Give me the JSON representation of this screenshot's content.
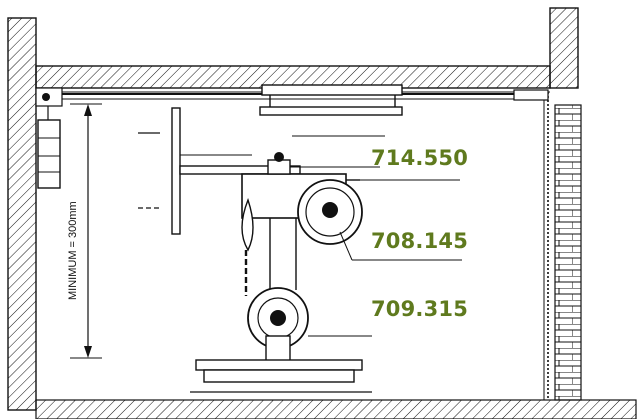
{
  "dimension": {
    "text": "MINIMUM = 300mm"
  },
  "part_numbers": [
    {
      "id": "top",
      "label": "714.550"
    },
    {
      "id": "middle",
      "label": "708.145"
    },
    {
      "id": "bottom",
      "label": "709.315"
    }
  ],
  "colors": {
    "label_green": "#5f7a1e",
    "line": "#111111"
  }
}
